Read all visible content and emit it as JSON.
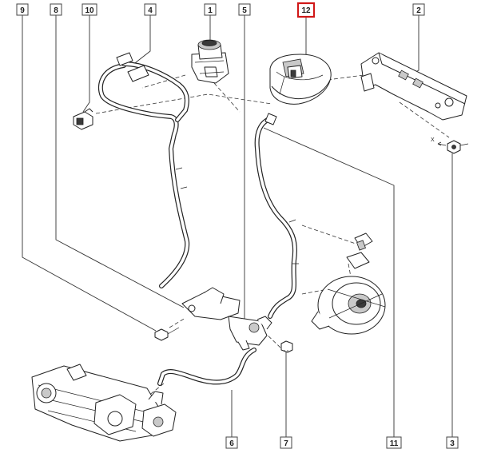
{
  "callouts": [
    {
      "id": "9",
      "highlighted": false
    },
    {
      "id": "8",
      "highlighted": false
    },
    {
      "id": "10",
      "highlighted": false
    },
    {
      "id": "4",
      "highlighted": false
    },
    {
      "id": "1",
      "highlighted": false
    },
    {
      "id": "5",
      "highlighted": false
    },
    {
      "id": "12",
      "highlighted": true
    },
    {
      "id": "2",
      "highlighted": false
    },
    {
      "id": "6",
      "highlighted": false
    },
    {
      "id": "7",
      "highlighted": false
    },
    {
      "id": "11",
      "highlighted": false
    },
    {
      "id": "3",
      "highlighted": false
    }
  ],
  "dimension_mark": "X",
  "colors": {
    "highlight": "#d01818",
    "line": "#222222",
    "background": "#ffffff"
  }
}
